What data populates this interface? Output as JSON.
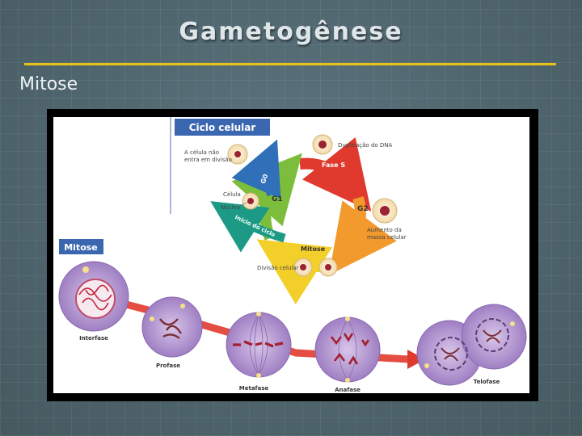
{
  "slide": {
    "title": "Gametogênese",
    "subtitle": "Mitose"
  },
  "figure": {
    "cycle_heading": "Ciclo celular",
    "label_not_dividing": [
      "A célula não",
      "entra em divisão"
    ],
    "label_dna_duplication": "Duplicação do DNA",
    "label_growth": [
      "Aumento da",
      "massa celular"
    ],
    "label_cell_division": "Divisão celular",
    "label_cell": "Célula",
    "label_nucleus": "Núcleo",
    "phase_g0": "G0",
    "phase_g1": "G1",
    "phase_s": "Fase S",
    "phase_g2": "G2",
    "phase_mitosis": "Mitose",
    "phase_cycle_start": "Início do ciclo",
    "mitosis_heading": "Mitose",
    "stage_interfase": "Interfase",
    "stage_profase": "Profase",
    "stage_metafase": "Metafase",
    "stage_anafase": "Anafase",
    "stage_telofase": "Telofase"
  },
  "colors": {
    "heading_box": "#3b66b0",
    "title_rule": "#e8c21a",
    "arrow_red": "#e03a2e",
    "arrow_orange": "#f29a2e",
    "arrow_yellow": "#f3cf2a",
    "arrow_green": "#7cbd3c",
    "arrow_teal": "#1c9a86",
    "arrow_blue": "#2f70b8",
    "cell_purple": "#b89ad4"
  }
}
